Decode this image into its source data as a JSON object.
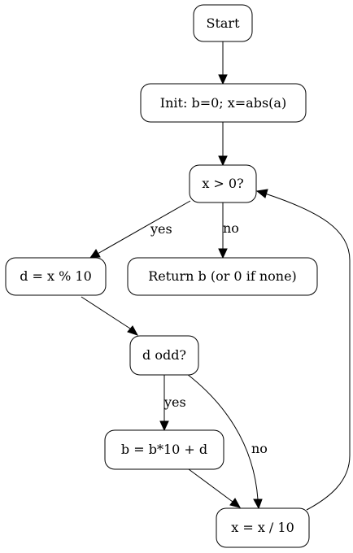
{
  "nodes": {
    "start": "Start",
    "init": "Init: b=0; x=abs(a)",
    "check_x": "x > 0?",
    "mod": "d = x % 10",
    "ret": "Return b (or 0 if none)",
    "odd": "d odd?",
    "accum": "b = b*10 + d",
    "div": "x = x / 10"
  },
  "edge_labels": {
    "check_yes": "yes",
    "check_no": "no",
    "odd_yes": "yes",
    "odd_no": "no"
  }
}
